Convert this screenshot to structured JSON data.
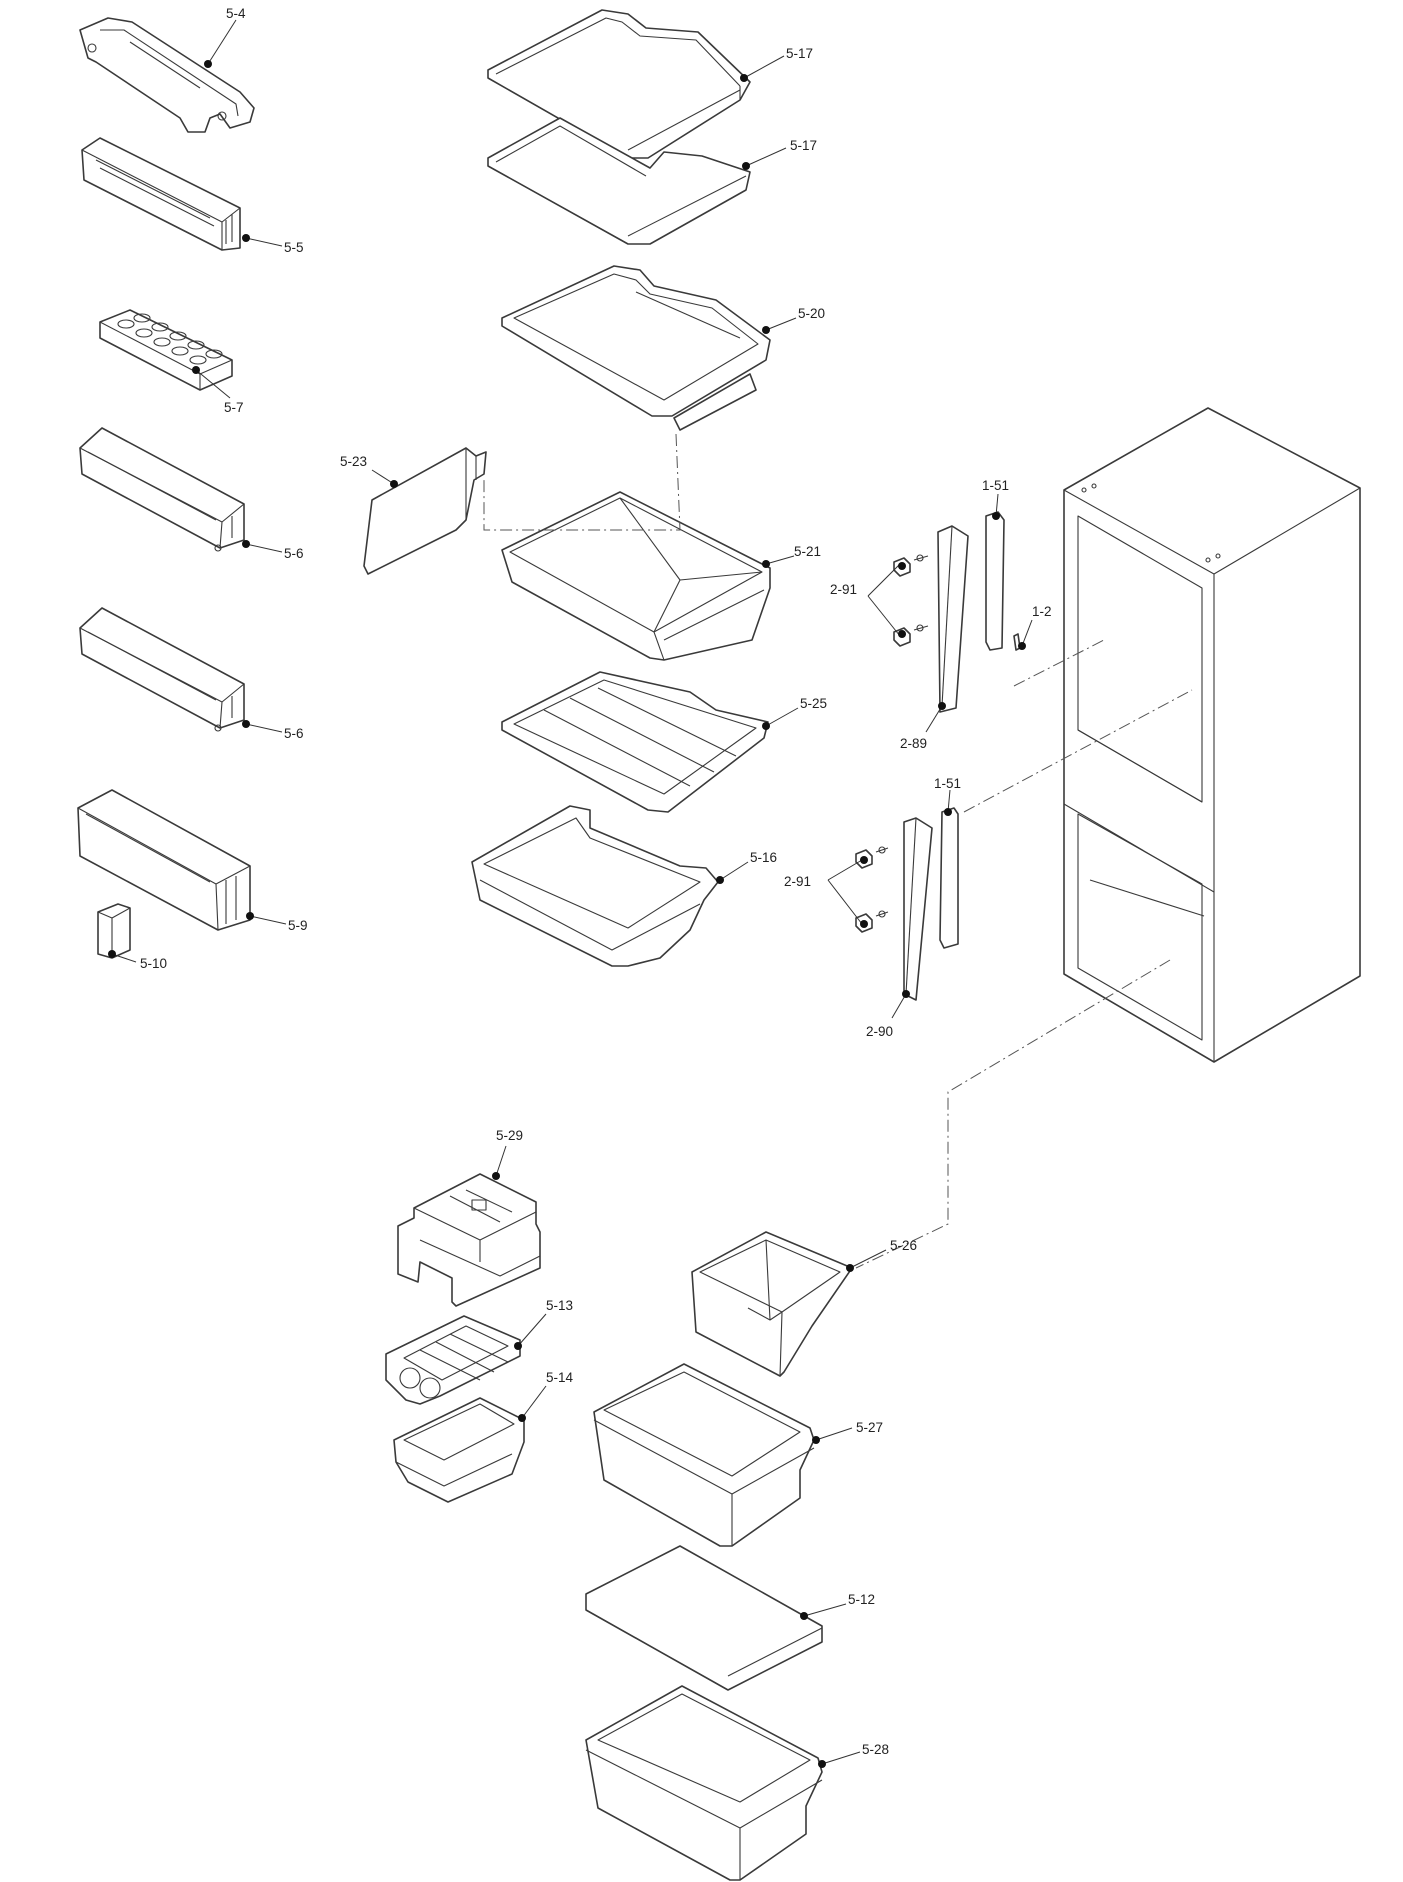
{
  "labels": {
    "p5_4": "5-4",
    "p5_5": "5-5",
    "p5_7": "5-7",
    "p5_6a": "5-6",
    "p5_6b": "5-6",
    "p5_9": "5-9",
    "p5_10": "5-10",
    "p5_17a": "5-17",
    "p5_17b": "5-17",
    "p5_20": "5-20",
    "p5_23": "5-23",
    "p5_21": "5-21",
    "p5_25": "5-25",
    "p5_16": "5-16",
    "p1_51a": "1-51",
    "p1_51b": "1-51",
    "p2_91a": "2-91",
    "p2_91b": "2-91",
    "p1_2": "1-2",
    "p2_89": "2-89",
    "p2_90": "2-90",
    "p5_29": "5-29",
    "p5_13": "5-13",
    "p5_14": "5-14",
    "p5_26": "5-26",
    "p5_27": "5-27",
    "p5_12": "5-12",
    "p5_28": "5-28"
  }
}
